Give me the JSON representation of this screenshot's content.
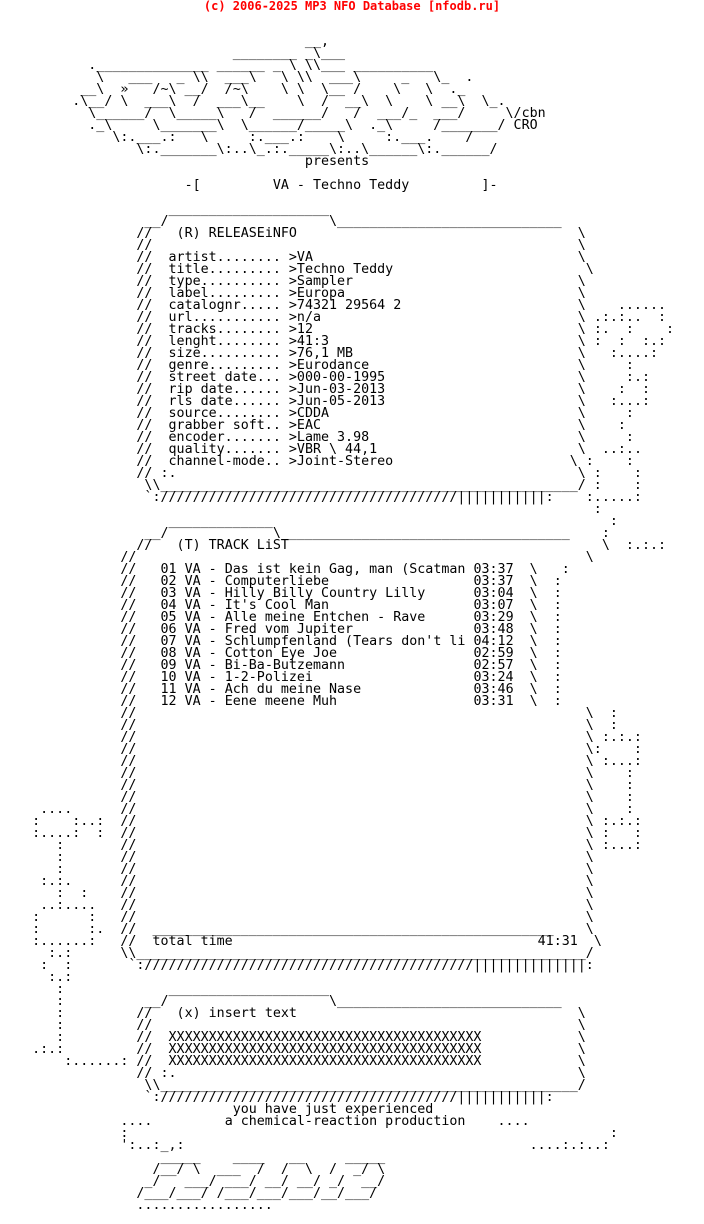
{
  "header": "(c) 2006-2025 MP3 NFO Database [nfodb.ru]",
  "colors": {
    "header": "#ff0000",
    "text": "#000000",
    "background": "#ffffff"
  },
  "art": {
    "logo_lines": [
      "",
      "",
      "                                      __,",
      "                             ________ _\\___",
      "           .______________ ______ _ \\ \\\\___ __________",
      "            \\   ___   _ \\\\  ___\\   \\ \\\\  ___\\     _   \\_  .",
      "          __\\  »   /~\\ __/  /~\\    \\ \\  \\__ /    \\   \\  ._",
      "         .\\__/ \\  ___\\  /  ___\\__    \\  /  __\\  \\    \\ __\\  \\_.",
      "           \\______/  \\_____\\   /  ______/   /  ___/_  ___/     \\/cbn",
      "           ._\\     \\_______\\  \\______/_____\\  ._\\     /_______/ CRO",
      "              \\:.___.:   \\     :.___.:    \\     :.___.    /",
      "                 \\:._______\\:..\\_.:._____\\:..\\______\\:.______/"
    ],
    "presents": "presents",
    "title_prefix": "-[",
    "title_suffix": "]-",
    "logo_footer_lines": [
      "                    _____    ____   __     _____",
      "                   /__/ \\  ___  /  /  \\  /  _/ \\",
      "                  _/   ___/ ___/ __/ __/ _/  __/",
      "                 /___/___/ /___/___/___/__/___/",
      "                 ................."
    ]
  },
  "release": {
    "title": "VA - Techno Teddy",
    "section_header": "(R) RELEASEiNFO",
    "fields": [
      {
        "label": "artist........",
        "value": ">VA"
      },
      {
        "label": "title.........",
        "value": ">Techno Teddy"
      },
      {
        "label": "type..........",
        "value": ">Sampler"
      },
      {
        "label": "label.........",
        "value": ">Europa"
      },
      {
        "label": "catalognr.....",
        "value": ">74321 29564 2"
      },
      {
        "label": "url...........",
        "value": ">n/a"
      },
      {
        "label": "tracks........",
        "value": ">12"
      },
      {
        "label": "lenght........",
        "value": ">41:3"
      },
      {
        "label": "size..........",
        "value": ">76,1 MB"
      },
      {
        "label": "genre.........",
        "value": ">Eurodance"
      },
      {
        "label": "street date...",
        "value": ">000-00-1995"
      },
      {
        "label": "rip date......",
        "value": ">Jun-03-2013"
      },
      {
        "label": "rls date......",
        "value": ">Jun-05-2013"
      },
      {
        "label": "source........",
        "value": ">CDDA"
      },
      {
        "label": "grabber soft..",
        "value": ">EAC"
      },
      {
        "label": "encoder.......",
        "value": ">Lame 3.98"
      },
      {
        "label": "quality.......",
        "value": ">VBR \\ 44,1"
      },
      {
        "label": "channel-mode..",
        "value": ">Joint-Stereo"
      }
    ]
  },
  "tracklist": {
    "section_header": "(T) TRACK LiST",
    "tracks": [
      {
        "num": "01",
        "name": "VA - Das ist kein Gag, man (Scatman",
        "time": "03:37"
      },
      {
        "num": "02",
        "name": "VA - Computerliebe",
        "time": "03:37"
      },
      {
        "num": "03",
        "name": "VA - Hilly Billy Country Lilly",
        "time": "03:04"
      },
      {
        "num": "04",
        "name": "VA - It's Cool Man",
        "time": "03:07"
      },
      {
        "num": "05",
        "name": "VA - Alle meine Entchen - Rave",
        "time": "03:29"
      },
      {
        "num": "06",
        "name": "VA - Fred vom Jupiter",
        "time": "03:48"
      },
      {
        "num": "07",
        "name": "VA - Schlumpfenland (Tears don't li",
        "time": "04:12"
      },
      {
        "num": "08",
        "name": "VA - Cotton Eye Joe",
        "time": "02:59"
      },
      {
        "num": "09",
        "name": "VA - Bi-Ba-Butzemann",
        "time": "02:57"
      },
      {
        "num": "10",
        "name": "VA - 1-2-Polizei",
        "time": "03:24"
      },
      {
        "num": "11",
        "name": "VA - Ach du meine Nase",
        "time": "03:46"
      },
      {
        "num": "12",
        "name": "VA - Eene meene Muh",
        "time": "03:31"
      }
    ],
    "total_label": "total time",
    "total_time": "41:31"
  },
  "insert": {
    "section_header": "(x) insert text",
    "lines": [
      "XXXXXXXXXXXXXXXXXXXXXXXXXXXXXXXXXXXXXXX",
      "XXXXXXXXXXXXXXXXXXXXXXXXXXXXXXXXXXXXXXX",
      "XXXXXXXXXXXXXXXXXXXXXXXXXXXXXXXXXXXXXXX"
    ]
  },
  "footer": {
    "line1": "you have just experienced",
    "line2": "a chemical-reaction production"
  }
}
